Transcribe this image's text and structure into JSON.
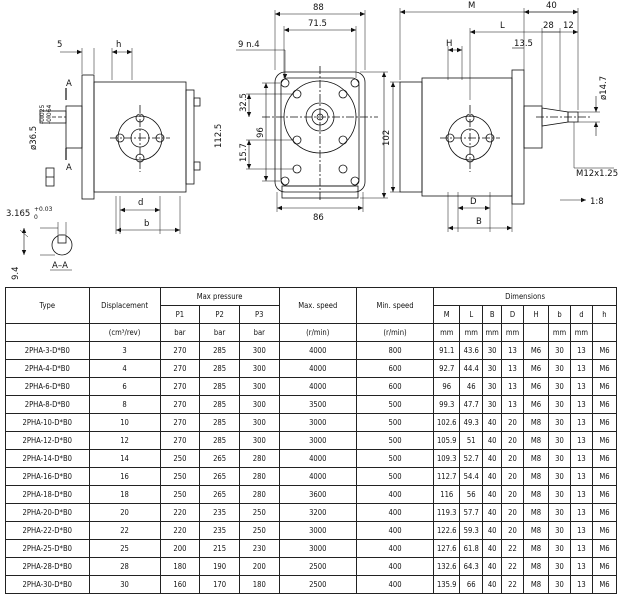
{
  "drawing": {
    "front": {
      "dim_5": "5",
      "dim_h": "h",
      "dim_A1": "A",
      "dim_A2": "A",
      "dim_shaft_dia": "ø36.5",
      "dim_tol_upper": "-0.025",
      "dim_tol_lower": "-0.064",
      "dim_d": "d",
      "dim_b": "b"
    },
    "section": {
      "dim_width": "3.165",
      "dim_tol_upper": "+0.03",
      "dim_tol_lower": "0",
      "dim_height": "9.4",
      "label": "A–A"
    },
    "center": {
      "dim_88": "88",
      "dim_71_5": "71.5",
      "dim_9n4": "9 n.4",
      "dim_32_5": "32.5",
      "dim_112_5": "112.5",
      "dim_96": "96",
      "dim_15_7": "15.7",
      "dim_86": "86"
    },
    "side": {
      "dim_M": "M",
      "dim_40": "40",
      "dim_L": "L",
      "dim_28": "28",
      "dim_12": "12",
      "dim_H": "H",
      "dim_13_5": "13.5",
      "dim_102": "102",
      "dim_phi14_7": "ø14.7",
      "dim_thread": "M12x1.25",
      "dim_taper": "1:8",
      "dim_D": "D",
      "dim_B": "B"
    }
  },
  "table": {
    "headers": {
      "type": "Type",
      "displacement": "Displacement",
      "max_pressure": "Max pressure",
      "max_speed": "Max. speed",
      "min_speed": "Min. speed",
      "dimensions": "Dimensions"
    },
    "sub_headers": [
      "P1",
      "P2",
      "P3",
      "M",
      "L",
      "B",
      "D",
      "H",
      "b",
      "d",
      "h"
    ],
    "units": [
      "",
      "(cm³/rev)",
      "bar",
      "bar",
      "bar",
      "(r/min)",
      "(r/min)",
      "mm",
      "mm",
      "mm",
      "mm",
      "",
      "mm",
      "mm",
      ""
    ],
    "rows": [
      [
        "2PHA-3-D*B0",
        "3",
        "270",
        "285",
        "300",
        "4000",
        "800",
        "91.1",
        "43.6",
        "30",
        "13",
        "M6",
        "30",
        "13",
        "M6"
      ],
      [
        "2PHA-4-D*B0",
        "4",
        "270",
        "285",
        "300",
        "4000",
        "600",
        "92.7",
        "44.4",
        "30",
        "13",
        "M6",
        "30",
        "13",
        "M6"
      ],
      [
        "2PHA-6-D*B0",
        "6",
        "270",
        "285",
        "300",
        "4000",
        "600",
        "96",
        "46",
        "30",
        "13",
        "M6",
        "30",
        "13",
        "M6"
      ],
      [
        "2PHA-8-D*B0",
        "8",
        "270",
        "285",
        "300",
        "3500",
        "500",
        "99.3",
        "47.7",
        "30",
        "13",
        "M6",
        "30",
        "13",
        "M6"
      ],
      [
        "2PHA-10-D*B0",
        "10",
        "270",
        "285",
        "300",
        "3000",
        "500",
        "102.6",
        "49.3",
        "40",
        "20",
        "M8",
        "30",
        "13",
        "M6"
      ],
      [
        "2PHA-12-D*B0",
        "12",
        "270",
        "285",
        "300",
        "3000",
        "500",
        "105.9",
        "51",
        "40",
        "20",
        "M8",
        "30",
        "13",
        "M6"
      ],
      [
        "2PHA-14-D*B0",
        "14",
        "250",
        "265",
        "280",
        "4000",
        "500",
        "109.3",
        "52.7",
        "40",
        "20",
        "M8",
        "30",
        "13",
        "M6"
      ],
      [
        "2PHA-16-D*B0",
        "16",
        "250",
        "265",
        "280",
        "4000",
        "500",
        "112.7",
        "54.4",
        "40",
        "20",
        "M8",
        "30",
        "13",
        "M6"
      ],
      [
        "2PHA-18-D*B0",
        "18",
        "250",
        "265",
        "280",
        "3600",
        "400",
        "116",
        "56",
        "40",
        "20",
        "M8",
        "30",
        "13",
        "M6"
      ],
      [
        "2PHA-20-D*B0",
        "20",
        "220",
        "235",
        "250",
        "3200",
        "400",
        "119.3",
        "57.7",
        "40",
        "20",
        "M8",
        "30",
        "13",
        "M6"
      ],
      [
        "2PHA-22-D*B0",
        "22",
        "220",
        "235",
        "250",
        "3000",
        "400",
        "122.6",
        "59.3",
        "40",
        "20",
        "M8",
        "30",
        "13",
        "M6"
      ],
      [
        "2PHA-25-D*B0",
        "25",
        "200",
        "215",
        "230",
        "3000",
        "400",
        "127.6",
        "61.8",
        "40",
        "22",
        "M8",
        "30",
        "13",
        "M6"
      ],
      [
        "2PHA-28-D*B0",
        "28",
        "180",
        "190",
        "200",
        "2500",
        "400",
        "132.6",
        "64.3",
        "40",
        "22",
        "M8",
        "30",
        "13",
        "M6"
      ],
      [
        "2PHA-30-D*B0",
        "30",
        "160",
        "170",
        "180",
        "2500",
        "400",
        "135.9",
        "66",
        "40",
        "22",
        "M8",
        "30",
        "13",
        "M6"
      ]
    ]
  }
}
